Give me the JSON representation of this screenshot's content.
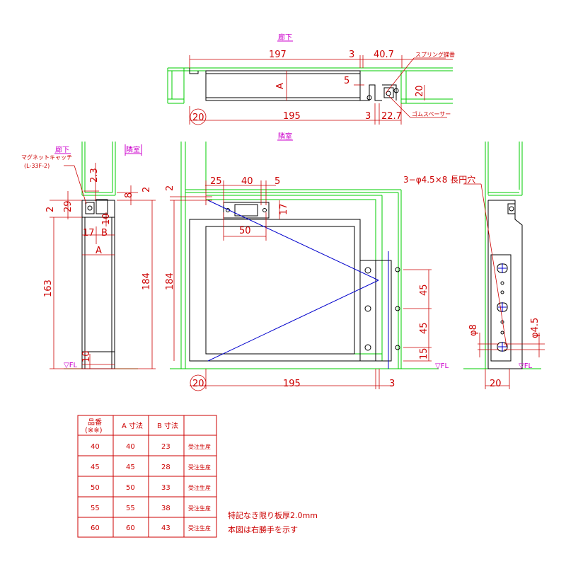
{
  "views": {
    "plan_label_top": "廊下",
    "plan_label_bottom": "隣室",
    "section_label_left": "廊下",
    "section_label_right": "隣室"
  },
  "plan": {
    "dim_197": "197",
    "dim_3_top": "3",
    "dim_40_7": "40.7",
    "dim_A": "A",
    "dim_5": "5",
    "dim_20_right": "20",
    "dim_20_circle": "20",
    "dim_195": "195",
    "dim_3_bottom": "3",
    "dim_22_7": "22.7",
    "spring_hinge": "スプリング蝶番",
    "rubber_spacer": "ゴムスペーサー"
  },
  "section": {
    "magnet_catch": "マグネットキャッチ",
    "magnet_model": "(L-33F-2)",
    "dim_2_3": "2.3",
    "dim_8": "8",
    "dim_2_right": "2",
    "dim_29": "29",
    "dim_2_left": "2",
    "dim_17": "17",
    "dim_B": "B",
    "dim_10_top": "10",
    "dim_A": "A",
    "dim_163": "163",
    "dim_184": "184",
    "dim_10_bottom": "10",
    "fl": "▽FL"
  },
  "elevation": {
    "dim_2": "2",
    "dim_25": "25",
    "dim_40": "40",
    "dim_5": "5",
    "dim_17": "17",
    "dim_50": "50",
    "dim_184": "184",
    "dim_45_top": "45",
    "dim_45_bottom": "45",
    "dim_15": "15",
    "dim_20_circle": "20",
    "dim_195": "195",
    "dim_3": "3",
    "fl": "▽FL"
  },
  "side": {
    "hole_spec": "3−φ4.5×8 長円穴",
    "dim_phi8": "φ8",
    "dim_phi4_5": "φ4.5",
    "dim_20": "20",
    "fl": "▽FL"
  },
  "table": {
    "headers": [
      "品番\n(※※)",
      "A 寸法",
      "B 寸法",
      ""
    ],
    "rows": [
      [
        "40",
        "40",
        "23",
        "受注生産"
      ],
      [
        "45",
        "45",
        "28",
        "受注生産"
      ],
      [
        "50",
        "50",
        "33",
        "受注生産"
      ],
      [
        "55",
        "55",
        "38",
        "受注生産"
      ],
      [
        "60",
        "60",
        "43",
        "受注生産"
      ]
    ]
  },
  "notes": {
    "line1": "特記なき限り板厚2.0mm",
    "line2": "本図は右勝手を示す"
  },
  "colors": {
    "dimension": "#cc0000",
    "outline": "#000000",
    "wall": "#00cc00",
    "hinge_line": "#0000cc",
    "view_tag": "#cc00cc"
  }
}
